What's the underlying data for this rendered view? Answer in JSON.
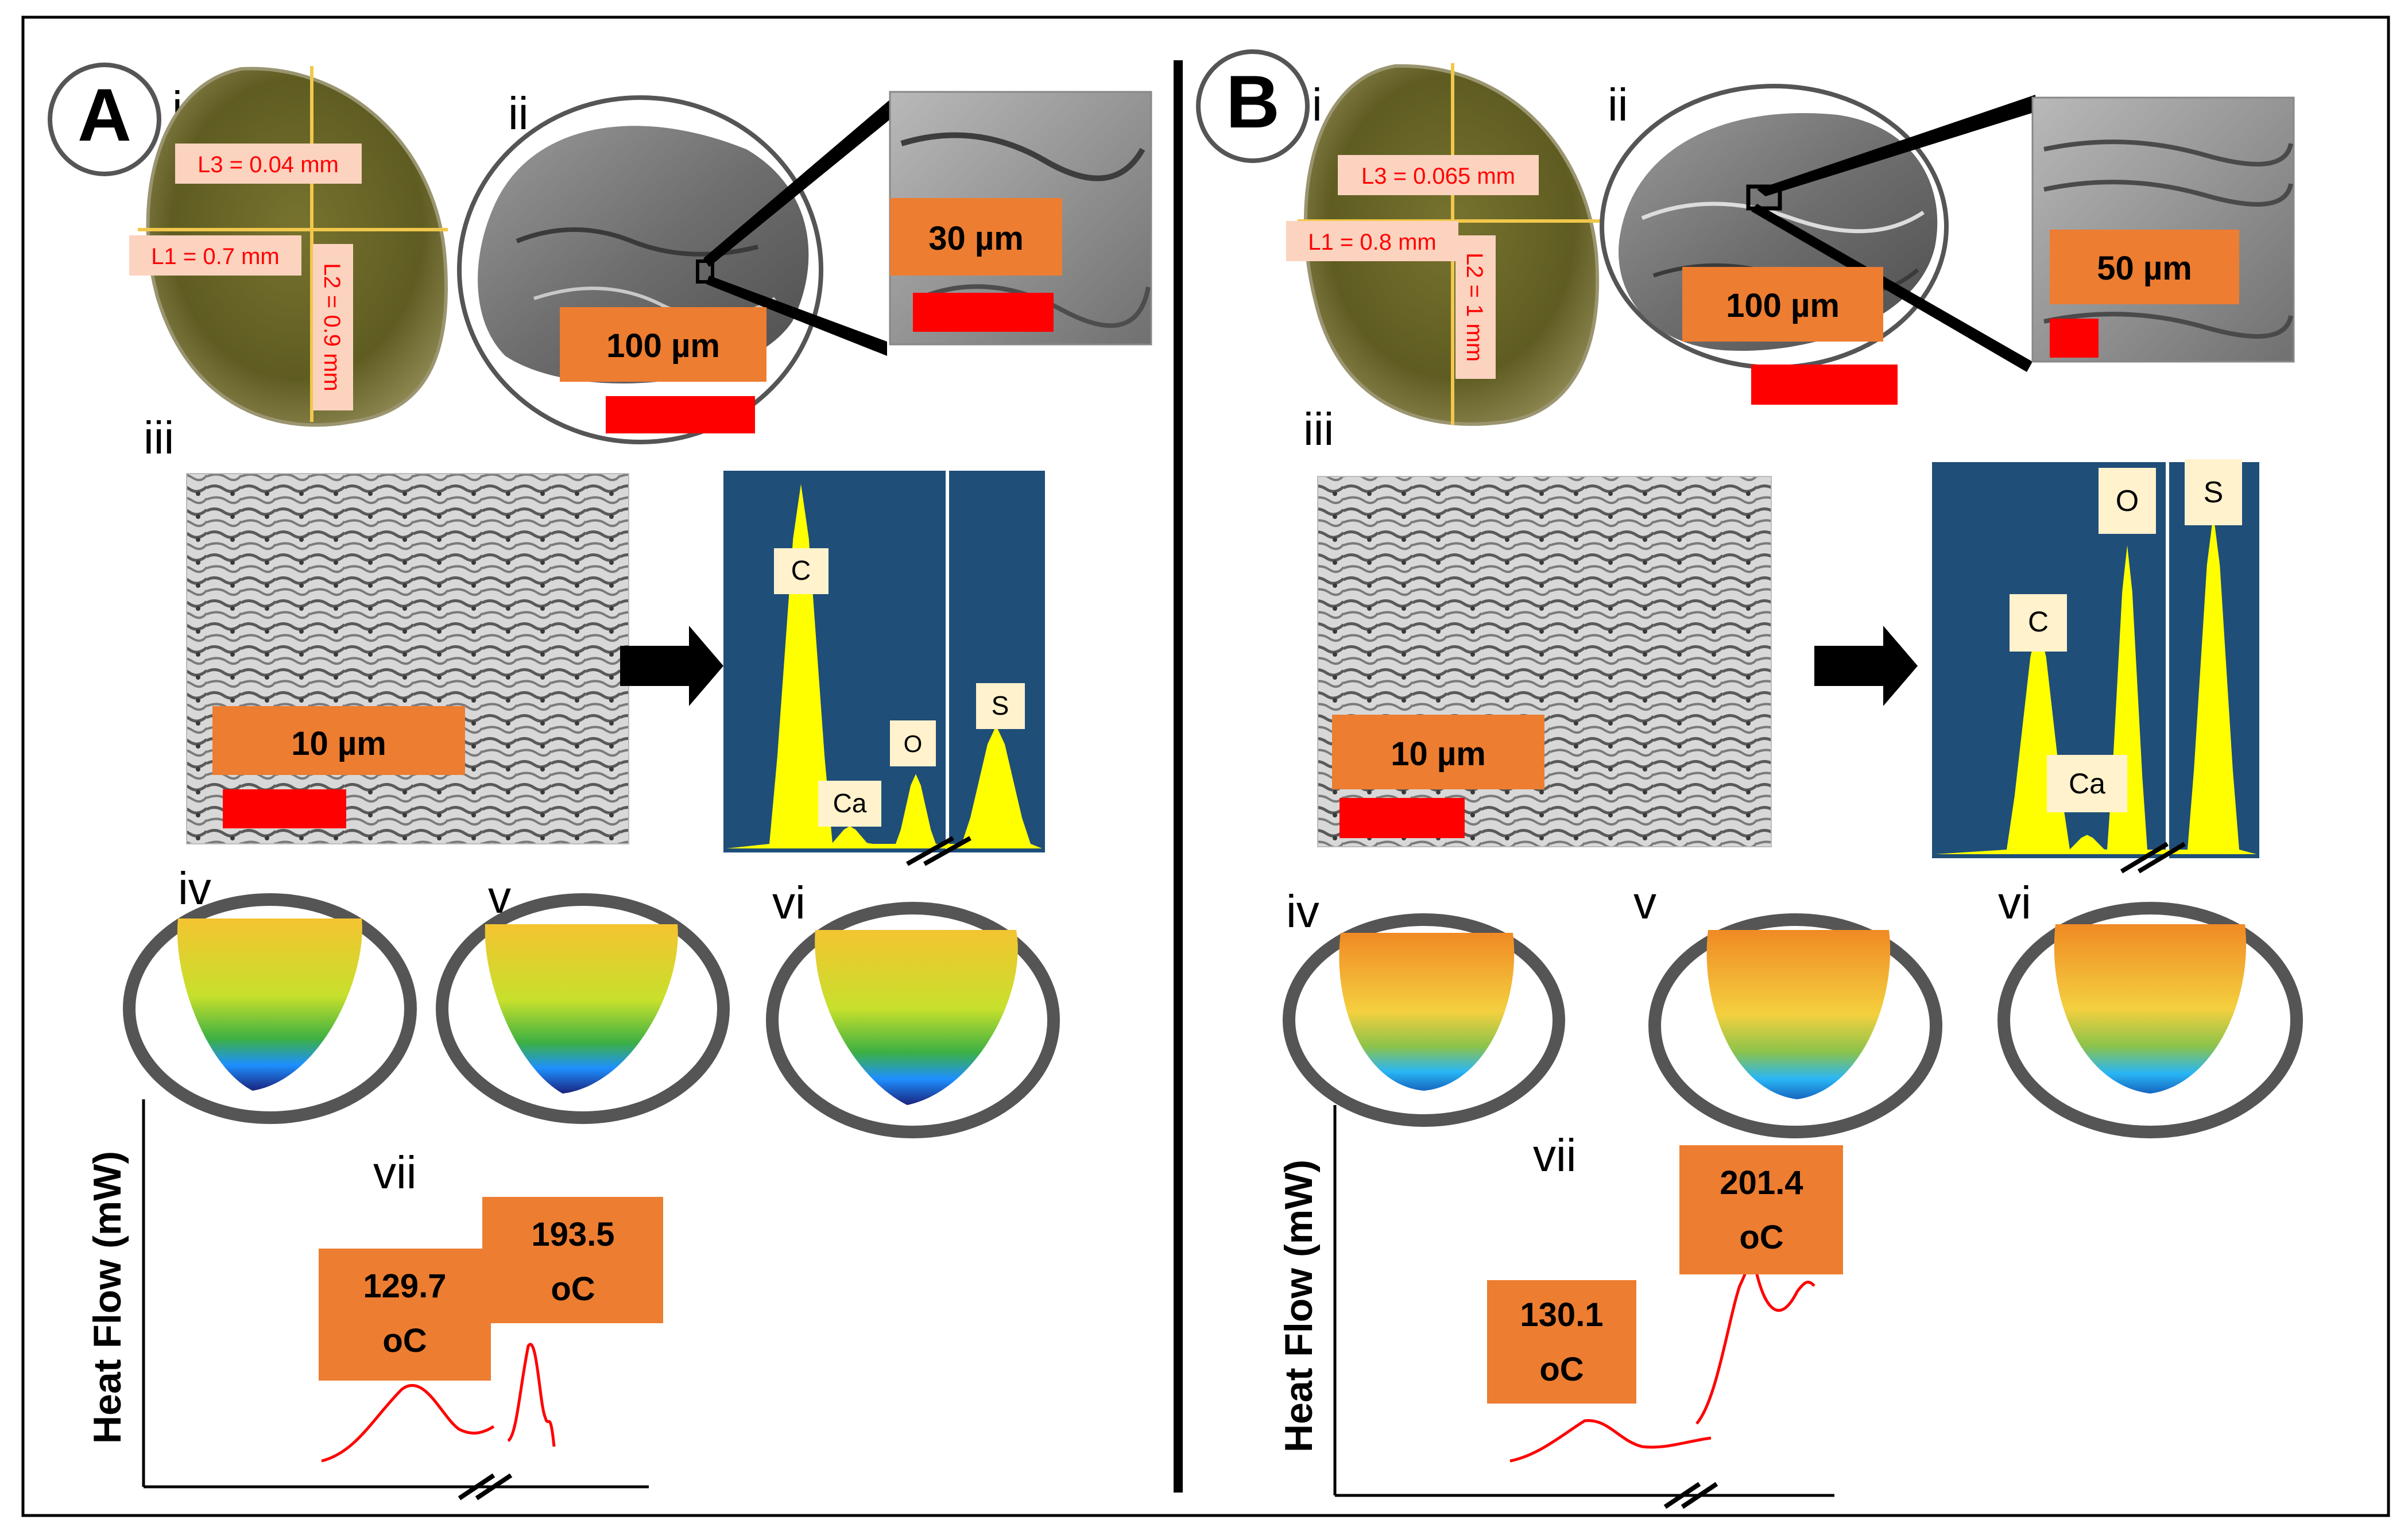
{
  "colors": {
    "orange_box": "#ED7D31",
    "scale_bar": "#FF0000",
    "seed_fill": "#6E6B2A",
    "guide_line": "#F2C84B",
    "dim_label_bg": "#FBD3BF",
    "dim_label_text": "#FF0000",
    "eds_panel_bg": "#1F4E79",
    "eds_peak": "#FFFF00",
    "element_label_bg": "#FFF2CC",
    "dsc_curve": "#FF0000",
    "frame_stroke": "#404040",
    "divider": "#000000"
  },
  "panelA": {
    "letter": "A",
    "sub_i": "i",
    "sub_ii": "ii",
    "sub_iii": "iii",
    "sub_iv": "iv",
    "sub_v": "v",
    "sub_vi": "vi",
    "sub_vii": "vii",
    "dim_L3": "L3 = 0.04 mm",
    "dim_L1": "L1 = 0.7 mm",
    "dim_L2": "L2 = 0.9 mm",
    "sem_scale": "100 µm",
    "zoom_scale": "30 µm",
    "micro_scale": "10 µm",
    "eds_elements": [
      "C",
      "Ca",
      "O",
      "S"
    ],
    "eds_peak_levels": {
      "C": 0.98,
      "Ca": 0.06,
      "O": 0.2,
      "S": 0.33
    },
    "dsc_ylabel": "Heat Flow (mW)",
    "peak1_value": "129.7",
    "peak1_unit": "oC",
    "peak2_value": "193.5",
    "peak2_unit": "oC"
  },
  "panelB": {
    "letter": "B",
    "sub_i": "i",
    "sub_ii": "ii",
    "sub_iii": "iii",
    "sub_iv": "iv",
    "sub_v": "v",
    "sub_vi": "vi",
    "sub_vii": "vii",
    "dim_L3": "L3 = 0.065 mm",
    "dim_L1": "L1 = 0.8 mm",
    "dim_L2": "L2 = 1 mm",
    "sem_scale": "100 µm",
    "zoom_scale": "50 µm",
    "micro_scale": "10 µm",
    "eds_elements": [
      "C",
      "Ca",
      "O",
      "S"
    ],
    "eds_peak_levels": {
      "C": 0.6,
      "Ca": 0.05,
      "O": 0.8,
      "S": 0.88
    },
    "dsc_ylabel": "Heat Flow (mW)",
    "peak1_value": "130.1",
    "peak1_unit": "oC",
    "peak2_value": "201.4",
    "peak2_unit": "oC"
  }
}
